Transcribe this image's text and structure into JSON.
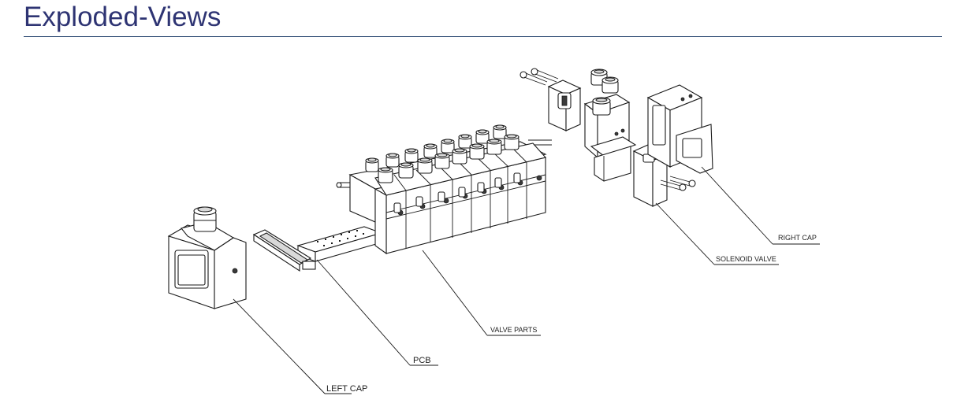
{
  "header": {
    "title": "Exploded-Views"
  },
  "labels": {
    "right_cap": "RIGHT CAP",
    "solenoid_valve": "SOLENOID VALVE",
    "valve_parts": "VALVE PARTS",
    "pcb": "PCB",
    "left_cap": "LEFT CAP"
  },
  "colors": {
    "title": "#2e3473",
    "rule": "#2e4b73",
    "line": "#1a1a1a"
  }
}
